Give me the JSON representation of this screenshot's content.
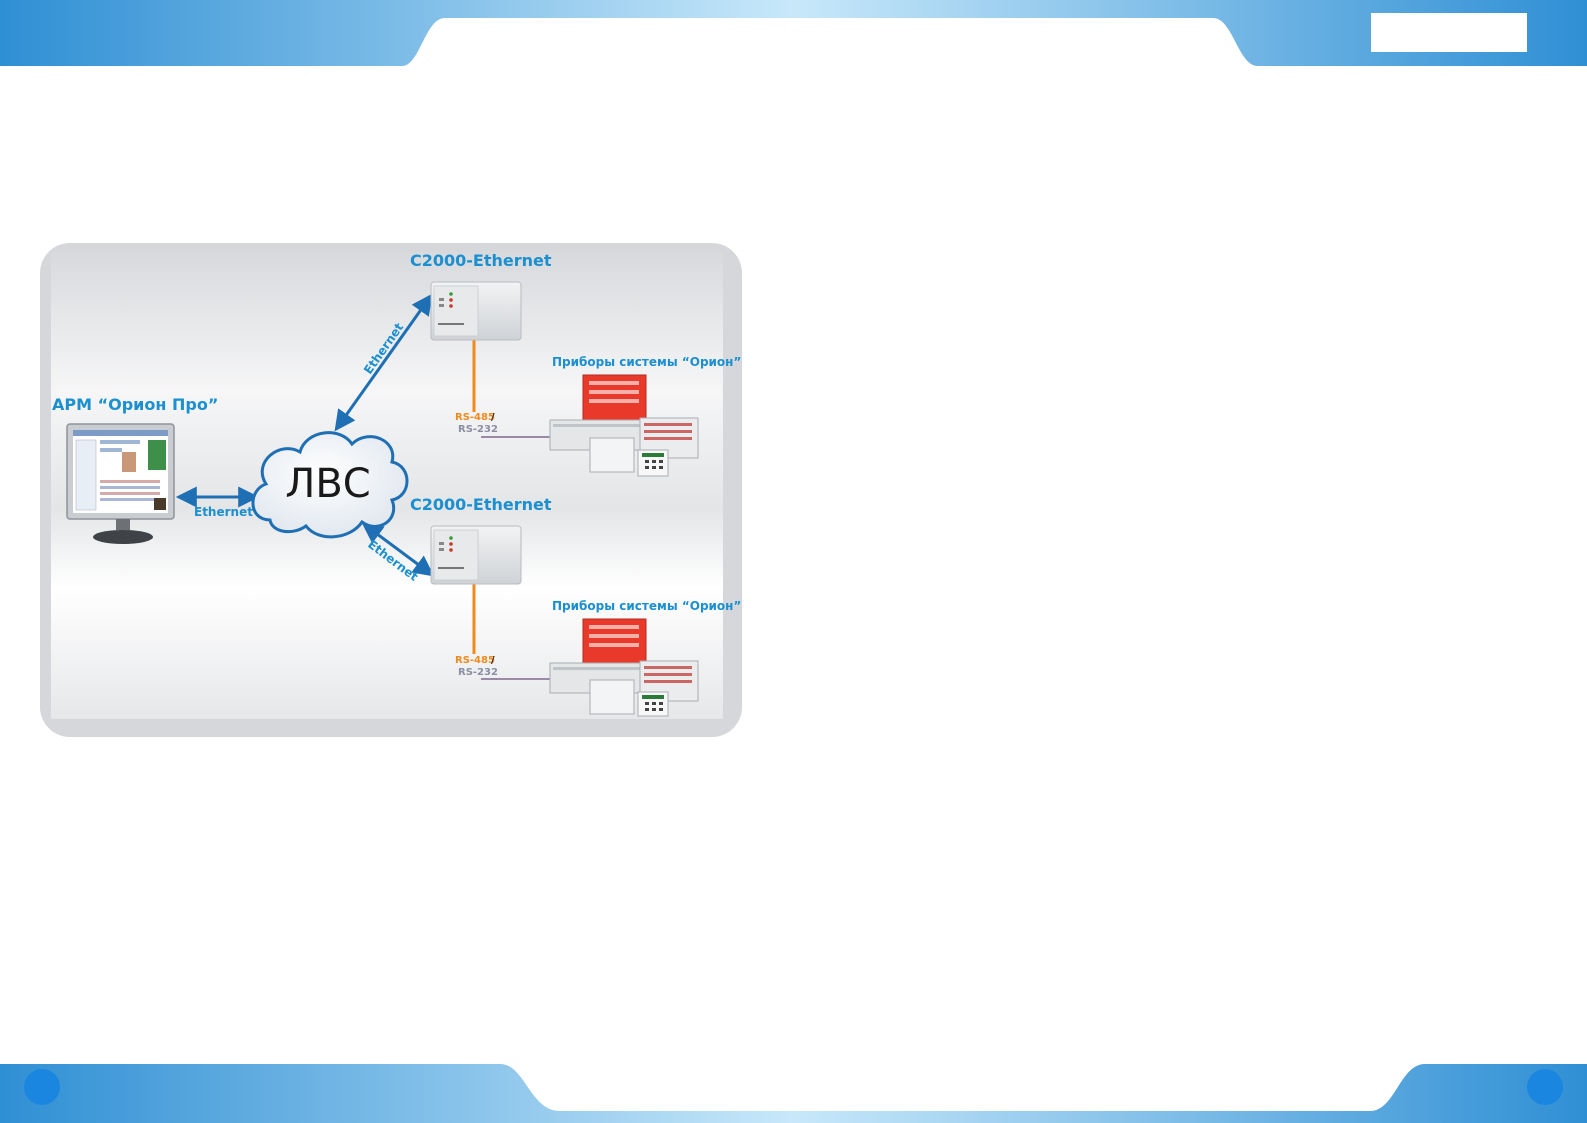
{
  "colors": {
    "band_dark": "#2f8fd4",
    "band_light": "#c8e8fa",
    "link_blue": "#1f6fb5",
    "orange": "#f08a1c",
    "label_blue": "#1b8fcf",
    "device_red": "#e8392a"
  },
  "diagram": {
    "workstation_label": "АРМ “Орион Про”",
    "cloud_label": "ЛВС",
    "link_workstation": "Ethernet",
    "link_top": "Ethernet",
    "link_bottom": "Ethernet",
    "converter_top_label": "С2000-Ethernet",
    "converter_bottom_label": "С2000-Ethernet",
    "devices_top_label": "Приборы системы “Орион”",
    "devices_bottom_label": "Приборы системы “Орион”",
    "rs485_top": "RS-485",
    "rs232_top": "RS-232",
    "slash_top": "/",
    "rs485_bottom": "RS-485",
    "rs232_bottom": "RS-232",
    "slash_bottom": "/"
  },
  "icons": [
    "monitor-icon",
    "cloud-icon",
    "converter-device-icon",
    "device-stack-icon"
  ]
}
